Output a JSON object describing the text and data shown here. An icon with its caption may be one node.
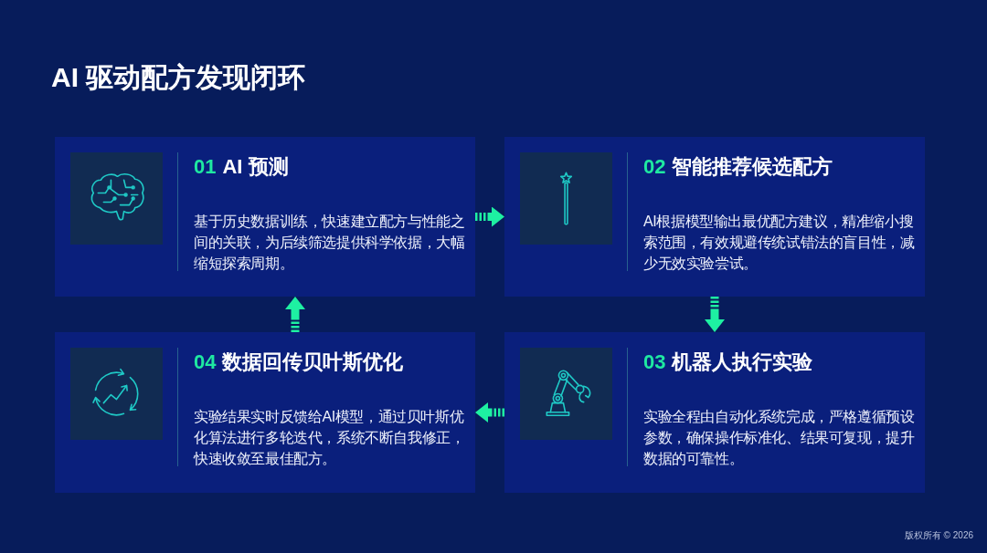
{
  "diagram": {
    "title": "AI 驱动配方发现闭环",
    "nodes": [
      {
        "text": [
          "01",
          "AI 预测",
          "基于历史数据训练，快速建立配方与性能之间的关联，为后续筛选提供科学依据，大幅缩短探索周期。"
        ]
      },
      {
        "text": [
          "02",
          "智能推荐候选配方",
          "AI根据模型输出最优配方建议，精准缩小搜索范围，有效规避传统试错法的盲目性，减少无效实验尝试。"
        ]
      },
      {
        "text": [
          "03",
          "机器人执行实验",
          "实验全程由自动化系统完成，严格遵循预设参数，确保操作标准化、结果可复现，提升数据的可靠性。"
        ]
      },
      {
        "text": [
          "04",
          "数据回传贝叶斯优化",
          "实验结果实时反馈给AI模型，通过贝叶斯优化算法进行多轮迭代，系统不断自我修正，快速收敛至最佳配方。"
        ]
      }
    ],
    "edges": [
      {
        "from": 0,
        "to": 1,
        "arrow": "to"
      },
      {
        "from": 1,
        "to": 2,
        "arrow": "to"
      },
      {
        "from": 2,
        "to": 3,
        "arrow": "to"
      },
      {
        "from": 3,
        "to": 0,
        "arrow": "to"
      }
    ],
    "labels": [
      "版权所有 © 2026"
    ]
  }
}
